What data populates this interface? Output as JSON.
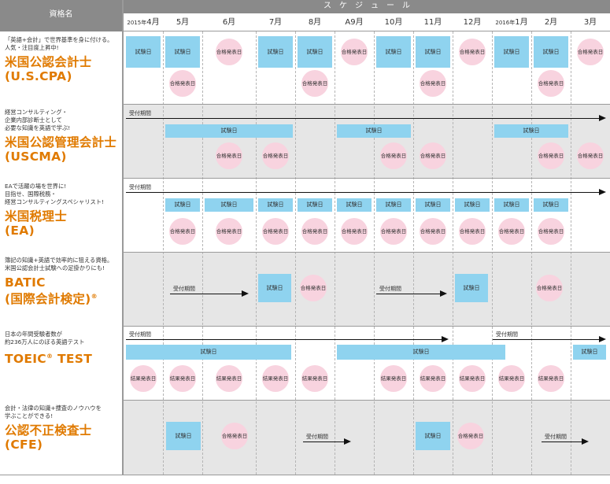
{
  "header": {
    "qualification_label": "資格名",
    "schedule_label": "ス　ケ　ジ　ュ　ー　ル"
  },
  "months": [
    {
      "year": "2015年",
      "label": "4月"
    },
    {
      "year": "",
      "label": "5月"
    },
    {
      "year": "",
      "label": "6月"
    },
    {
      "year": "",
      "label": "7月"
    },
    {
      "year": "",
      "label": "8月"
    },
    {
      "year": "",
      "label": "A9月"
    },
    {
      "year": "",
      "label": "10月"
    },
    {
      "year": "",
      "label": "11月"
    },
    {
      "year": "",
      "label": "12月"
    },
    {
      "year": "2016年",
      "label": "1月"
    },
    {
      "year": "",
      "label": "2月"
    },
    {
      "year": "",
      "label": "3月"
    }
  ],
  "colors": {
    "header": "#8a8a8a",
    "exam_box": "#8fd3ef",
    "result_circle": "#f8d3df",
    "title": "#e07a00",
    "row_bg": "#e6e6e6"
  },
  "rows": [
    {
      "id": "uscpa",
      "subtitle": "「英語+会計」で世界基準を身に付ける。\n人気・注目度上昇中!",
      "title": "米国公認会計士\n(U.S.CPA)",
      "exam_label": "試験日",
      "result_label": "合格発表日",
      "boxes": [
        [
          0,
          0,
          1
        ],
        [
          1,
          0,
          1
        ],
        [
          3,
          0,
          1
        ],
        [
          4,
          0,
          1
        ],
        [
          6,
          0,
          1
        ],
        [
          7,
          0,
          1
        ],
        [
          9,
          0,
          1
        ],
        [
          10,
          0,
          1
        ]
      ],
      "circles": [
        [
          2,
          0
        ],
        [
          5,
          0
        ],
        [
          8,
          0
        ],
        [
          11,
          0
        ],
        [
          1,
          1
        ],
        [
          4,
          1
        ],
        [
          7,
          1
        ],
        [
          10,
          1
        ]
      ],
      "arrows": []
    },
    {
      "id": "uscma",
      "subtitle": "経営コンサルティング・\n企業内部診断士として\n必要な知識を英語で学ぶ!",
      "title": "米国公認管理会計士\n(USCMA)",
      "exam_label": "試験日",
      "result_label": "合格発表日",
      "arrow_label": "受付期間",
      "boxes": [
        [
          1,
          0,
          3
        ],
        [
          5,
          0,
          2
        ],
        [
          9,
          0,
          2
        ]
      ],
      "circles": [
        [
          2,
          1
        ],
        [
          3,
          1
        ],
        [
          6,
          1
        ],
        [
          7,
          1
        ],
        [
          10,
          1
        ],
        [
          11,
          1
        ]
      ],
      "arrows": [
        [
          0,
          12,
          "full"
        ]
      ]
    },
    {
      "id": "ea",
      "subtitle": "EAで活躍の場を世界に!\n目指せ、国際税務・\n経営コンサルティングスペシャリスト!",
      "title": "米国税理士\n(EA)",
      "exam_label": "試験日",
      "result_label": "合格発表日",
      "arrow_label": "受付期間",
      "boxes": [
        [
          1,
          0,
          1
        ],
        [
          2,
          0,
          1
        ],
        [
          3,
          0,
          1
        ],
        [
          4,
          0,
          1
        ],
        [
          5,
          0,
          1
        ],
        [
          6,
          0,
          1
        ],
        [
          7,
          0,
          1
        ],
        [
          8,
          0,
          1
        ],
        [
          9,
          0,
          1
        ],
        [
          10,
          0,
          1
        ]
      ],
      "circles": [
        [
          1,
          1
        ],
        [
          2,
          1
        ],
        [
          3,
          1
        ],
        [
          4,
          1
        ],
        [
          5,
          1
        ],
        [
          6,
          1
        ],
        [
          7,
          1
        ],
        [
          8,
          1
        ],
        [
          9,
          1
        ],
        [
          10,
          1
        ]
      ],
      "arrows": [
        [
          0,
          12,
          "full"
        ]
      ]
    },
    {
      "id": "batic",
      "subtitle": "簿記の知識+英語で効率的に狙える資格。\n米国公認会計士試験への足掛かりにも!",
      "title": "BATIC\n(国際会計検定)",
      "exam_label": "試験日",
      "result_label": "合格発表日",
      "arrow_label": "受付期間",
      "boxes": [],
      "circles": [],
      "arrows": []
    },
    {
      "id": "toeic",
      "subtitle": "日本の年間受験者数が\n約236万人にのぼる英語テスト",
      "title": "TOEIC TEST",
      "exam_label": "試験日",
      "result_label": "結果発表日",
      "arrow_label": "受付期間"
    },
    {
      "id": "cfe",
      "subtitle": "会計・法律の知識+捜査のノウハウを\n学ぶことができる!",
      "title": "公認不正検査士\n(CFE)",
      "exam_label": "試験日",
      "result_label": "合格発表日",
      "arrow_label": "受付期間"
    }
  ]
}
